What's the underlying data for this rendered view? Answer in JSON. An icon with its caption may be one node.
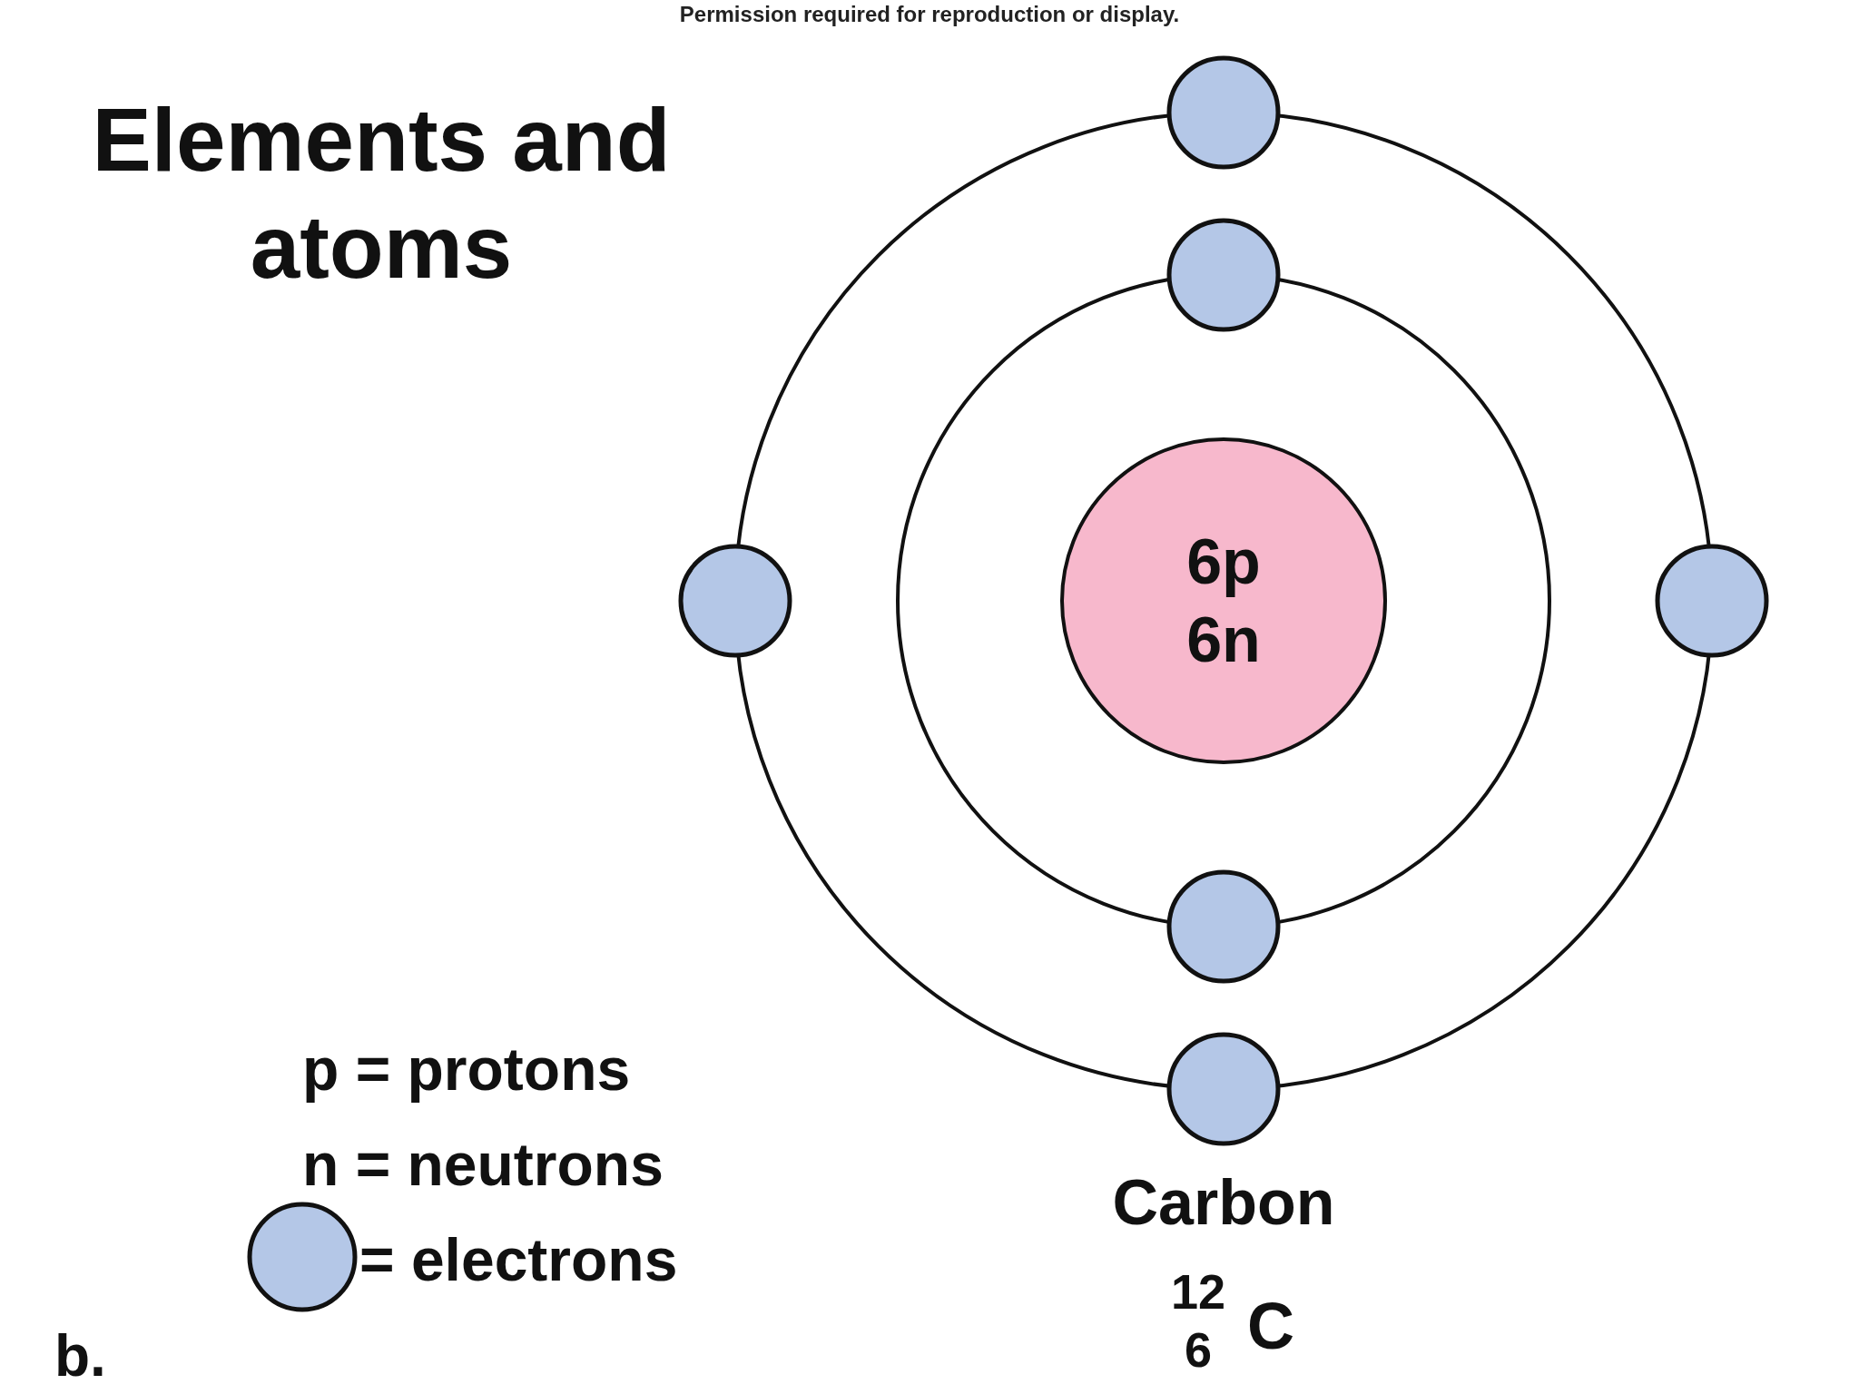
{
  "diagram": {
    "title": "Elements and atoms",
    "nodes": [
      {
        "text": [
          "6p",
          "6n"
        ]
      },
      {
        "text": [],
        "shape": "circle"
      },
      {
        "text": [],
        "shape": "circle"
      },
      {
        "text": [],
        "shape": "circle"
      },
      {
        "text": [],
        "shape": "circle"
      },
      {
        "text": [],
        "shape": "circle"
      },
      {
        "text": [],
        "shape": "circle"
      }
    ],
    "labels": [
      "Permission required for reproduction or display.",
      "Carbon",
      "12",
      "6",
      "C",
      "b."
    ],
    "legend": [
      {
        "text": "p = protons"
      },
      {
        "text": "n = neutrons"
      },
      {
        "text": "= electrons",
        "color": "#b4c7e7"
      }
    ]
  }
}
